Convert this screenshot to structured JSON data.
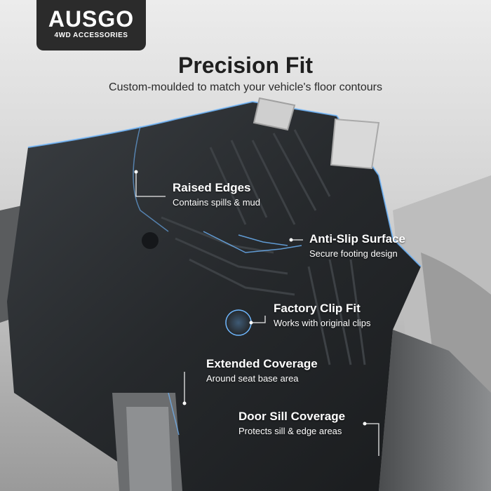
{
  "brand": {
    "name": "AUSGO",
    "tagline": "4WD ACCESSORIES"
  },
  "heading": {
    "title": "Precision Fit",
    "subtitle": "Custom-moulded to match your vehicle's floor contours"
  },
  "features": [
    {
      "title": "Raised Edges",
      "desc": "Contains spills & mud"
    },
    {
      "title": "Anti-Slip Surface",
      "desc": "Secure footing design"
    },
    {
      "title": "Factory Clip Fit",
      "desc": "Works with original clips"
    },
    {
      "title": "Extended Coverage",
      "desc": "Around seat base area"
    },
    {
      "title": "Door Sill Coverage",
      "desc": "Protects sill & edge areas"
    }
  ],
  "colors": {
    "background": "#d8d8d8",
    "mat": "#26292c",
    "accent_line": "#6fb8ff",
    "text_light": "#ffffff",
    "text_dark": "#1f1f1f",
    "logo_bg": "#2b2b2b"
  }
}
